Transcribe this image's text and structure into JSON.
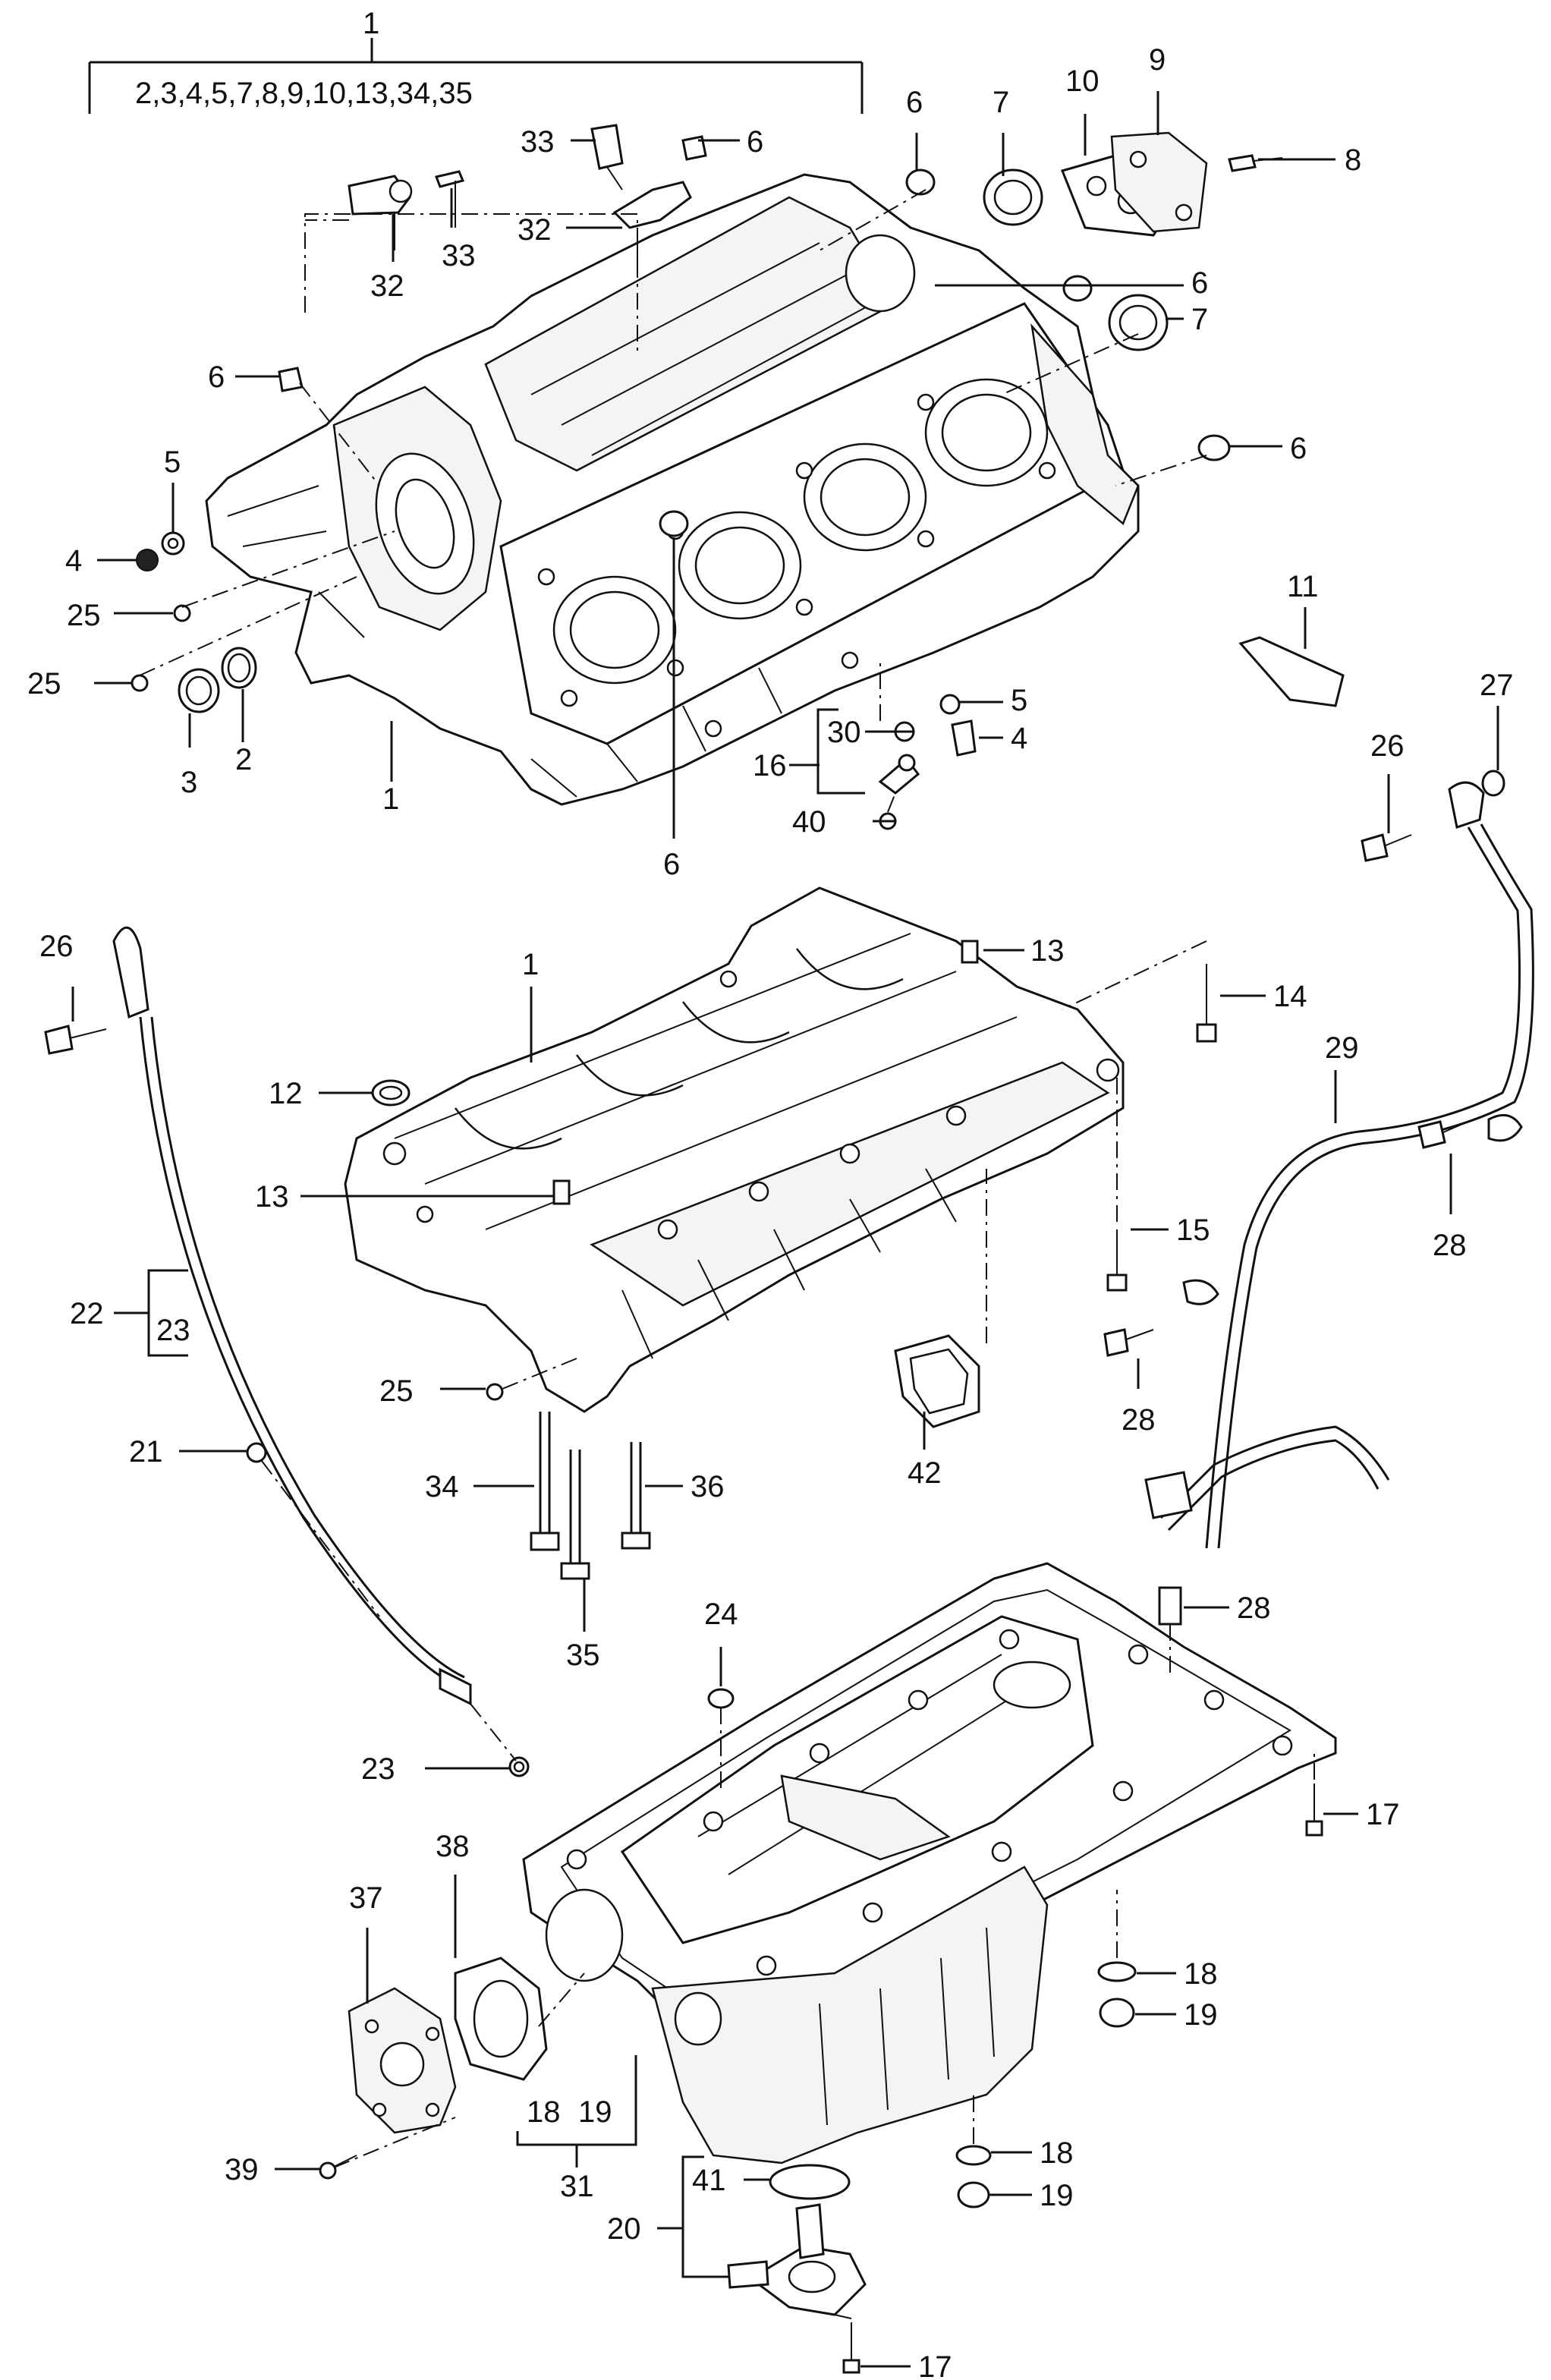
{
  "callouts": {
    "c1_top": "1",
    "c1_group": "2,3,4,5,7,8,9,10,13,34,35",
    "c6a": "6",
    "c7a": "7",
    "c10": "10",
    "c9": "9",
    "c8": "8",
    "c33a": "33",
    "c33b": "33",
    "c32a": "32",
    "c32b": "32",
    "c6b": "6",
    "c6c": "6",
    "c6d": "6",
    "c6e": "6",
    "c6f": "6",
    "c7b": "7",
    "c5a": "5",
    "c4a": "4",
    "c25a": "25",
    "c25b": "25",
    "c3": "3",
    "c2": "2",
    "c1_block": "1",
    "c11": "11",
    "c27": "27",
    "c26a": "26",
    "c30": "30",
    "c5b": "5",
    "c4b": "4",
    "c16": "16",
    "c40": "40",
    "c26b": "26",
    "c1_lower": "1",
    "c13a": "13",
    "c14": "14",
    "c12": "12",
    "c13b": "13",
    "c29": "29",
    "c28a": "28",
    "c15": "15",
    "c22": "22",
    "c23a": "23",
    "c28b": "28",
    "c25c": "25",
    "c42": "42",
    "c21": "21",
    "c34": "34",
    "c36": "36",
    "c35": "35",
    "c28c": "28",
    "c24": "24",
    "c23b": "23",
    "c17a": "17",
    "c38": "38",
    "c37": "37",
    "c18a": "18",
    "c19a": "19",
    "c18b": "18",
    "c19b": "19",
    "c31": "31",
    "c39": "39",
    "c41": "41",
    "c18c": "18",
    "c19c": "19",
    "c20": "20",
    "c17b": "17"
  }
}
